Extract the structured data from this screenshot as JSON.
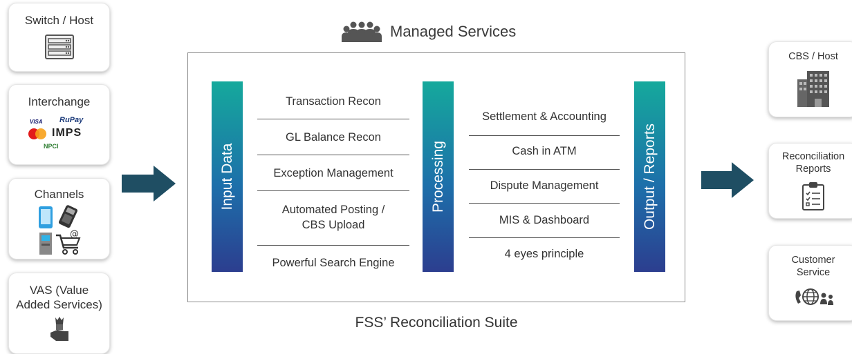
{
  "inputs": [
    {
      "title": "Switch / Host",
      "icon": "server-rack-icon"
    },
    {
      "title": "Interchange",
      "icon": "card-network-logos-icon",
      "logos": [
        "VISA",
        "RuPay",
        "IMPS",
        "NPCI"
      ]
    },
    {
      "title": "Channels",
      "icon": "channels-icon"
    },
    {
      "title": "VAS (Value\nAdded Services)",
      "icon": "money-hand-icon"
    }
  ],
  "outputs": [
    {
      "title": "CBS / Host",
      "icon": "office-building-icon"
    },
    {
      "title": "Reconciliation\nReports",
      "icon": "clipboard-checklist-icon"
    },
    {
      "title": "Customer\nService",
      "icon": "globe-phone-people-icon"
    }
  ],
  "header": {
    "title": "Managed Services",
    "icon": "team-people-icon"
  },
  "suite": {
    "label": "FSS’ Reconciliation Suite",
    "bars": [
      "Input Data",
      "Processing",
      "Output / Reports"
    ],
    "input_items": [
      "Transaction Recon",
      "GL Balance Recon",
      "Exception Management",
      "Automated Posting /\nCBS Upload",
      "Powerful Search Engine"
    ],
    "processing_items": [
      "Settlement & Accounting",
      "Cash in ATM",
      "Dispute Management",
      "MIS & Dashboard",
      "4 eyes principle"
    ]
  },
  "colors": {
    "arrow": "#1f4e63",
    "bar_top": "#15a99c",
    "bar_bottom": "#2c3e8f"
  }
}
